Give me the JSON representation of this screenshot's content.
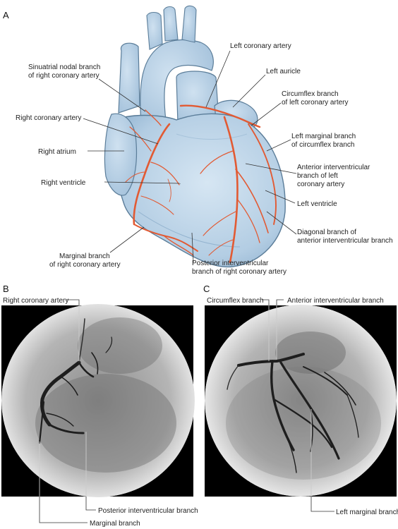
{
  "panels": {
    "a": "A",
    "b": "B",
    "c": "C"
  },
  "colors": {
    "heart_fill": "#b9d2e6",
    "heart_stroke": "#5b7d99",
    "artery": "#e25a33"
  },
  "illustration_labels": {
    "left_coronary_artery": "Left coronary artery",
    "sinuatrial_1": "Sinuatrial nodal branch",
    "sinuatrial_2": "of right coronary artery",
    "left_auricle": "Left auricle",
    "circumflex_1": "Circumflex branch",
    "circumflex_2": "of left coronary artery",
    "right_coronary_artery": "Right coronary artery",
    "left_marginal_1": "Left marginal branch",
    "left_marginal_2": "of circumflex branch",
    "right_atrium": "Right atrium",
    "anterior_iv_1": "Anterior interventricular",
    "anterior_iv_2": "branch of left",
    "anterior_iv_3": "coronary artery",
    "right_ventricle": "Right ventricle",
    "left_ventricle": "Left ventricle",
    "diagonal_1": "Diagonal branch of",
    "diagonal_2": "anterior interventricular branch",
    "marginal_rca_1": "Marginal branch",
    "marginal_rca_2": "of right coronary artery",
    "posterior_iv_1": "Posterior interventricular",
    "posterior_iv_2": "branch of right coronary artery"
  },
  "angiogram_b": {
    "right_coronary_artery": "Right coronary artery",
    "posterior_iv_branch": "Posterior interventricular branch",
    "marginal_branch": "Marginal branch"
  },
  "angiogram_c": {
    "circumflex_branch": "Circumflex branch",
    "anterior_iv_branch": "Anterior interventricular branch",
    "left_marginal_branch": "Left marginal branch"
  }
}
